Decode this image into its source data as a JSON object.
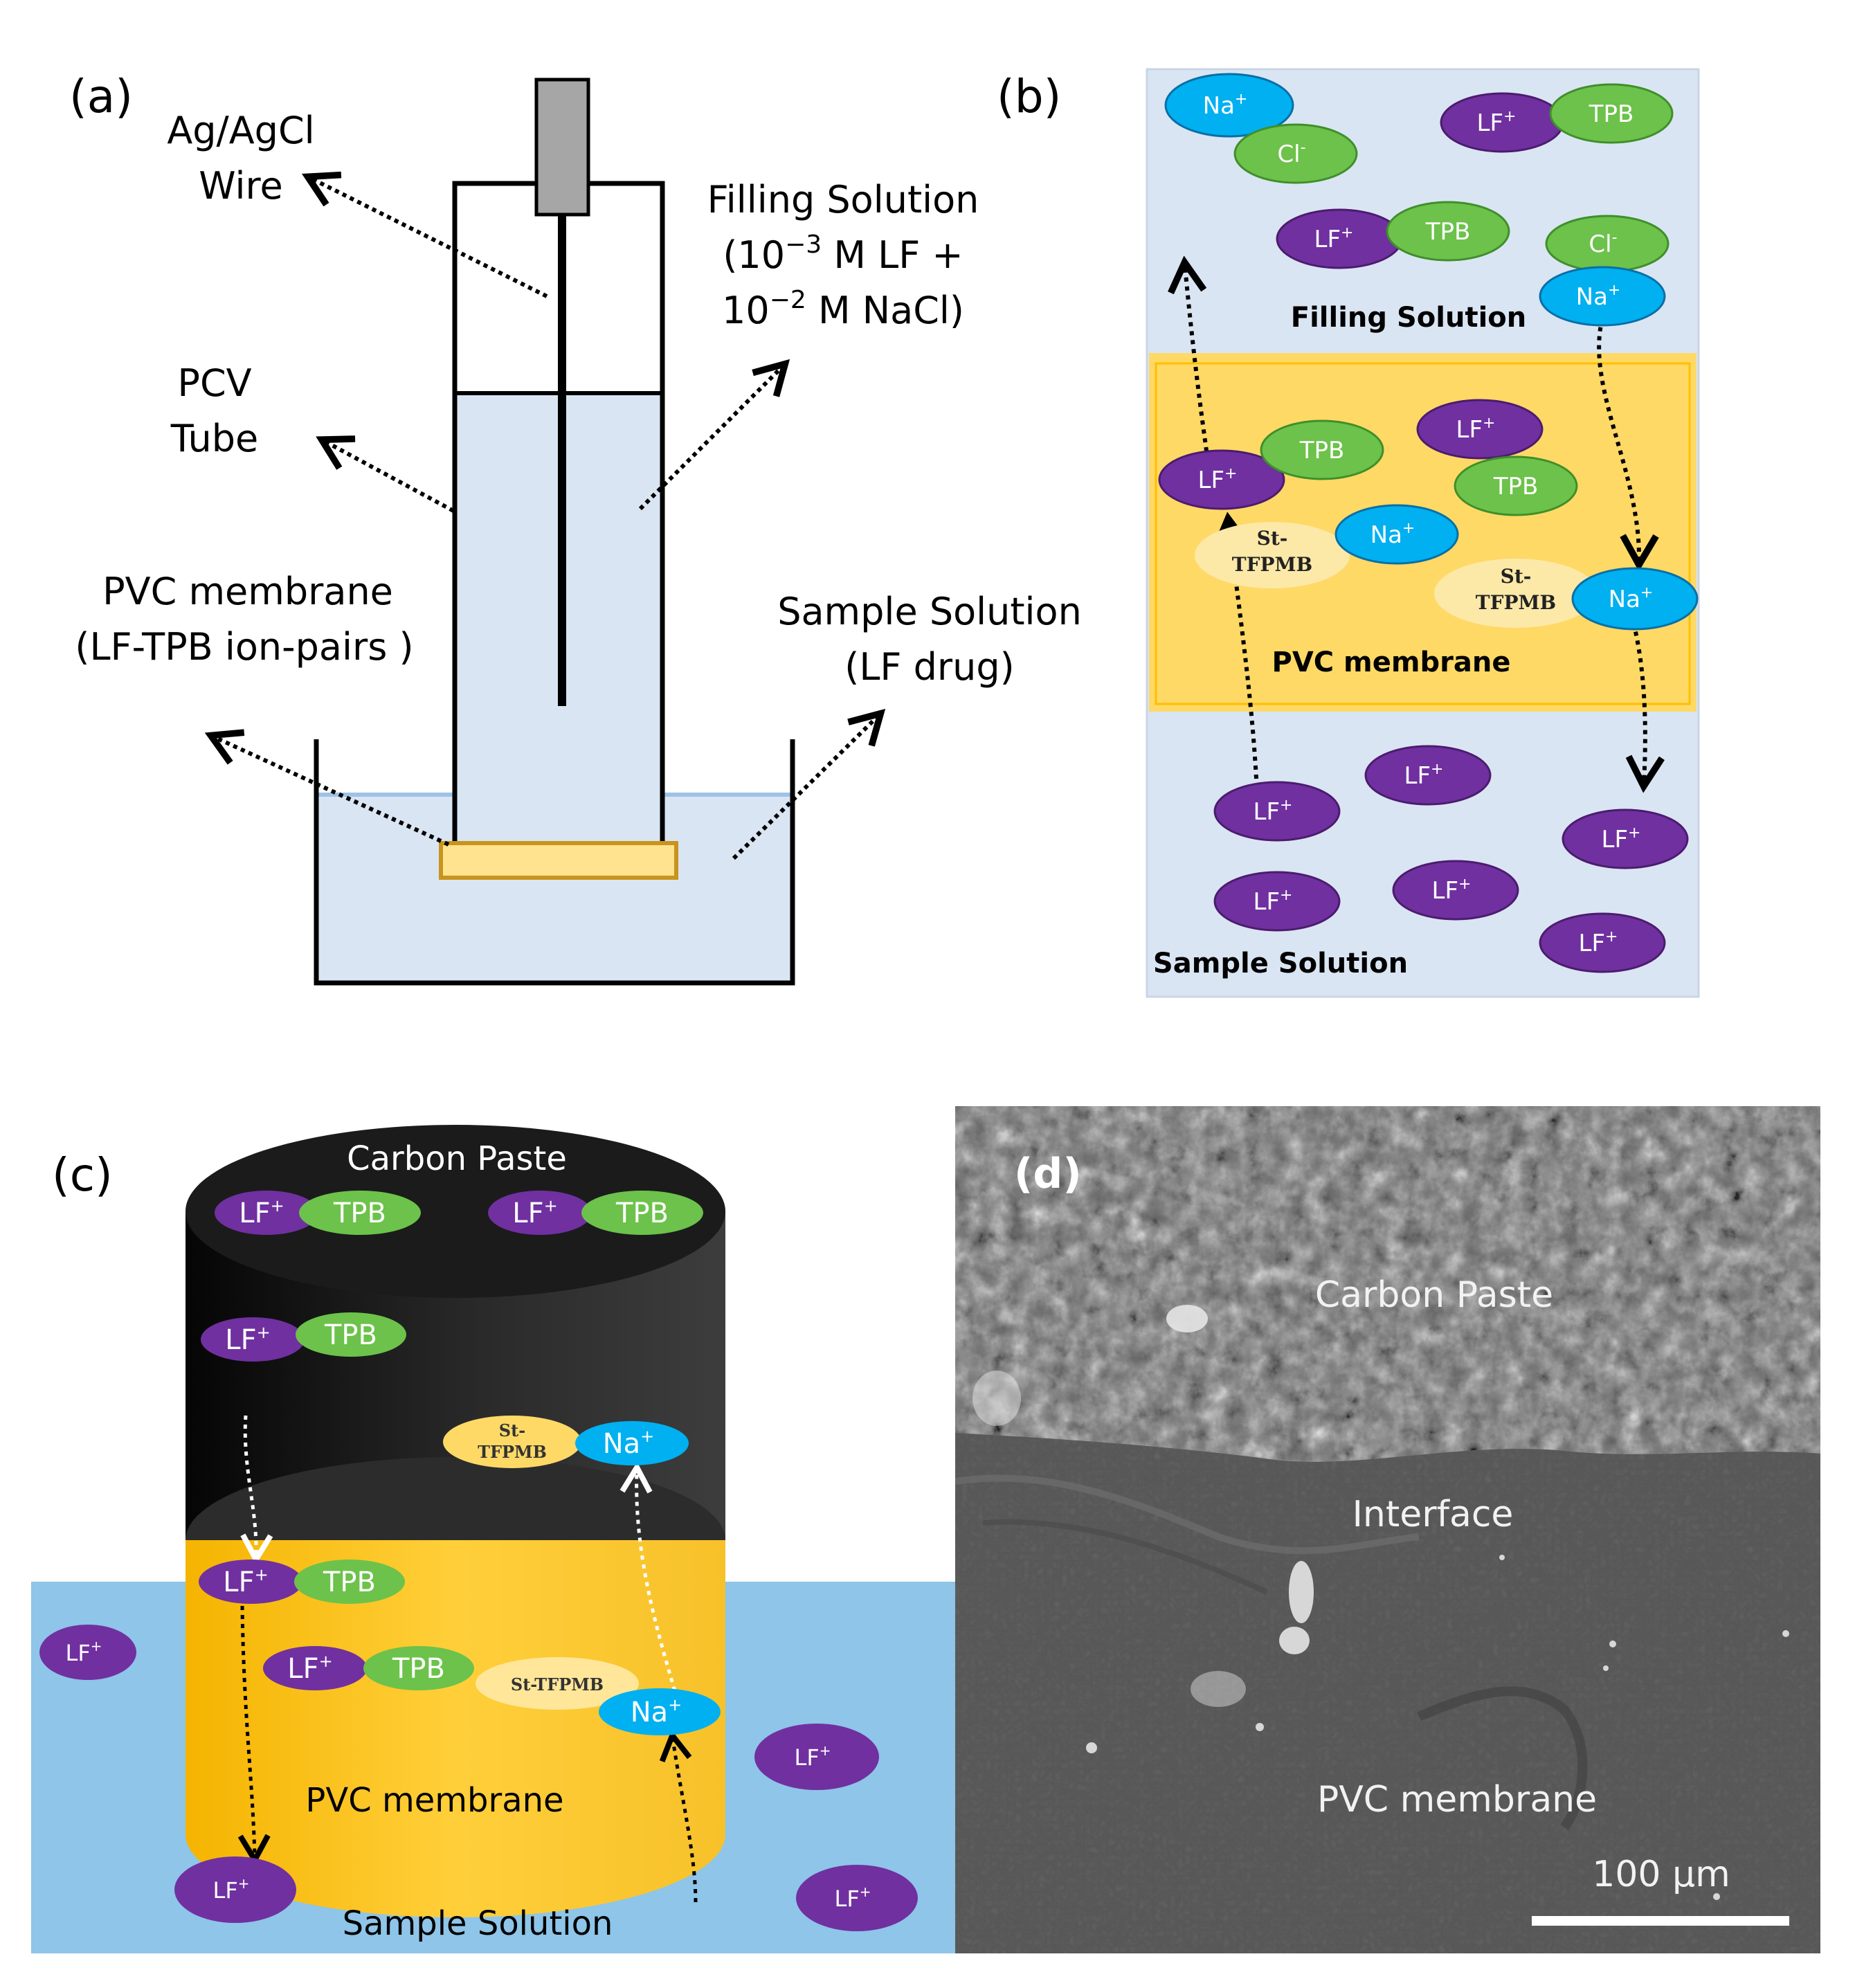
{
  "colors": {
    "purple": "#7030A0",
    "green": "#6CC24A",
    "blue": "#1BA9E8",
    "yellow_light": "#FCE9A8",
    "membrane_yellow": "#FFD966",
    "solution_blue": "#DAE5F3",
    "sample_blue": "#8EC5E8",
    "carbon_black": "#1b1b1b",
    "sem_gray": "#5a5a5a"
  },
  "panel_a": {
    "label": "(a)",
    "ag_agcl_line1": "Ag/AgCl",
    "ag_agcl_line2": "Wire",
    "filling_line1": "Filling Solution",
    "filling_line2": "(10",
    "filling_exp2": "−3",
    "filling_line2b": " M LF +",
    "filling_line3": "10",
    "filling_exp3": "−2",
    "filling_line3b": " M NaCl)",
    "pcv_line1": "PCV",
    "pcv_line2": "Tube",
    "pvc_line1": "PVC membrane",
    "pvc_line2": "(LF-TPB ion-pairs )",
    "sample_line1": "Sample Solution",
    "sample_line2": "(LF drug)"
  },
  "panel_b": {
    "label": "(b)",
    "filling_solution": "Filling Solution",
    "pvc_membrane": "PVC membrane",
    "sample_solution": "Sample Solution",
    "na": "Na",
    "cl": "Cl",
    "lf": "LF",
    "tpb": "TPB",
    "st_line1": "St-",
    "st_line2": "TFPMB",
    "plus": "+",
    "minus": "-"
  },
  "panel_c": {
    "label": "(c)",
    "carbon_paste": "Carbon Paste",
    "pvc_membrane": "PVC membrane",
    "sample_solution": "Sample Solution",
    "lf": "LF",
    "tpb": "TPB",
    "na": "Na",
    "st_line1": "St-",
    "st_line2": "TFPMB",
    "st_single": "St-TFPMB",
    "plus": "+"
  },
  "panel_d": {
    "label": "(d)",
    "carbon_paste": "Carbon Paste",
    "interface": "Interface",
    "pvc_membrane": "PVC membrane",
    "scale_bar": "100 µm"
  }
}
